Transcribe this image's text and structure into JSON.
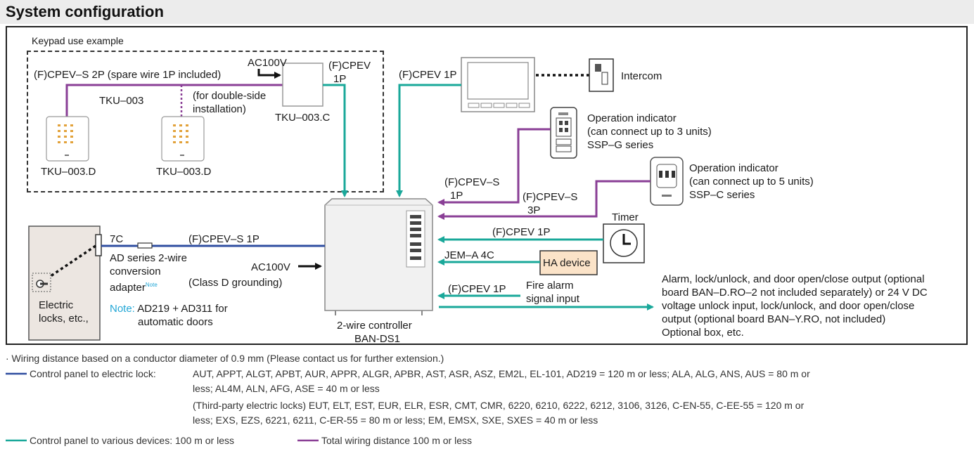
{
  "title": "System configuration",
  "keypad_example": "Keypad use example",
  "labels": {
    "cpev_s_2p": "(F)CPEV–S 2P (spare wire 1P included)",
    "ac100v_top": "AC100V",
    "cpev_top_1": "(F)CPEV",
    "cpev_top_2": "1P",
    "tku003": "TKU–003",
    "double_side_1": "(for double-side",
    "double_side_2": "installation)",
    "tku003c": "TKU–003.C",
    "tku003d_left": "TKU–003.D",
    "tku003d_right": "TKU–003.D",
    "cpev_1p_monitor": "(F)CPEV 1P",
    "intercom": "Intercom",
    "op_ind_g_1": "Operation indicator",
    "op_ind_g_2": "(can connect up to 3 units)",
    "op_ind_g_3": "SSP–G series",
    "op_ind_c_1": "Operation indicator",
    "op_ind_c_2": "(can connect up to 5 units)",
    "op_ind_c_3": "SSP–C series",
    "cpev_s_1p_a": "(F)CPEV–S",
    "cpev_s_1p_b": "1P",
    "cpev_s_3p_a": "(F)CPEV–S",
    "cpev_s_3p_b": "3P",
    "timer": "Timer",
    "cpev_1p_timer": "(F)CPEV 1P",
    "jem_a": "JEM–A  4C",
    "ha_device": "HA device",
    "cpev_1p_fire": "(F)CPEV 1P",
    "fire_1": "Fire alarm",
    "fire_2": "signal input",
    "seven_c": "7C",
    "cpev_s_1p_lock": "(F)CPEV–S 1P",
    "ad_1": "AD series 2-wire",
    "ad_2": "conversion",
    "ad_3": "adapter",
    "ad_note": "Note",
    "ac100v_ctrl": "AC100V",
    "class_d": "(Class D grounding)",
    "electric_1": "Electric",
    "electric_2": "locks, etc.,",
    "note_label": "Note:",
    "note_1": " AD219 + AD311 for",
    "note_2": "automatic doors",
    "ctrl_1": "2-wire controller",
    "ctrl_2": "BAN-DS1",
    "alarm_1": "Alarm, lock/unlock, and door open/close output (optional",
    "alarm_2": "board BAN–D.RO–2 not included separately) or 24 V DC",
    "alarm_3": "voltage unlock input, lock/unlock, and door open/close",
    "alarm_4": "output (optional board BAN–Y.RO, not included)",
    "alarm_5": "Optional box, etc."
  },
  "footnotes": {
    "wiring": "· Wiring distance based on a conductor diameter of 0.9 mm (Please contact us for further extension.)",
    "lock_label": "Control panel to electric lock:",
    "lock_1": "AUT, APPT, ALGT, APBT, AUR, APPR, ALGR, APBR, AST, ASR, ASZ, EM2L, EL-101, AD219 = 120 m or less; ALA, ALG, ANS, AUS = 80 m or",
    "lock_2": "less; AL4M, ALN, AFG, ASE = 40 m or less",
    "lock_3": "(Third-party electric locks) EUT, ELT, EST, EUR, ELR, ESR, CMT, CMR, 6220, 6210, 6222, 6212, 3106, 3126, C-EN-55, C-EE-55 = 120 m or",
    "lock_4": "less; EXS, EZS, 6221, 6211, C-ER-55 = 80 m or less; EM, EMSX, SXE, SXES = 40 m or less",
    "devices": "Control panel to various devices: 100 m or less",
    "total": "Total wiring distance 100 m or less"
  },
  "colors": {
    "teal": "#1aa89a",
    "purple": "#8a3f96",
    "blue": "#2f4ea0",
    "note_blue": "#23a7d6"
  }
}
